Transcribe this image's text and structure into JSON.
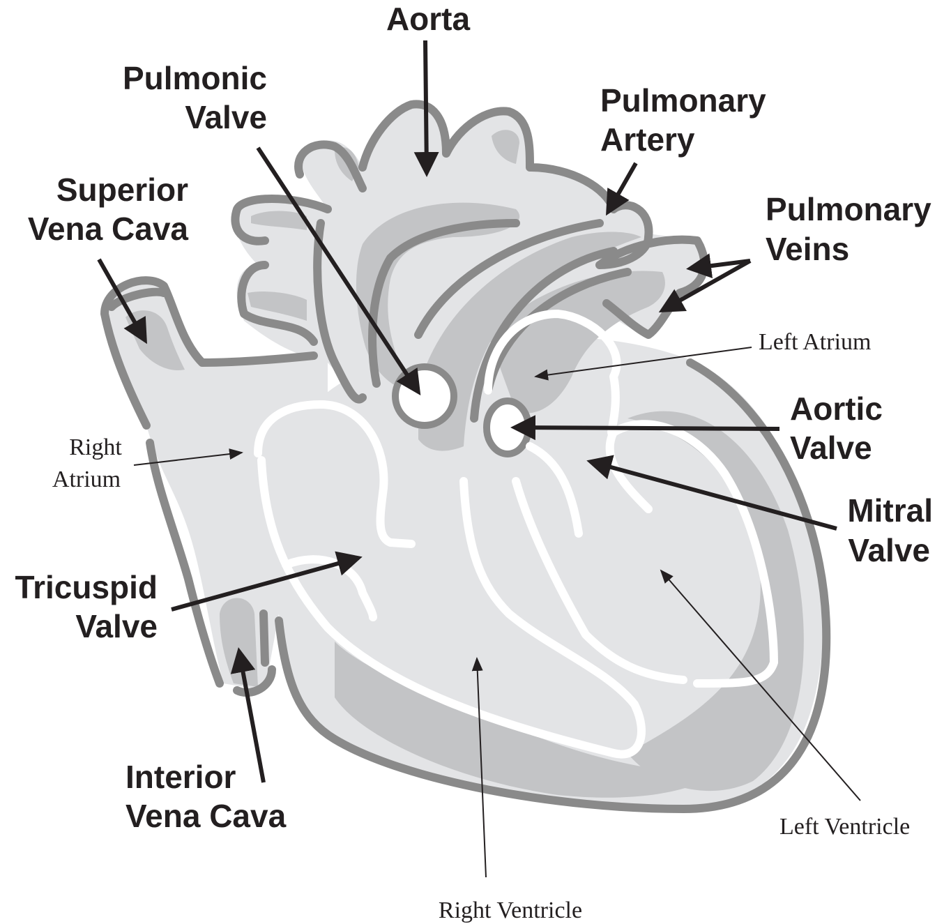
{
  "labels": {
    "aorta": "Aorta",
    "pulmonic_valve_1": "Pulmonic",
    "pulmonic_valve_2": "Valve",
    "pulmonary_artery_1": "Pulmonary",
    "pulmonary_artery_2": "Artery",
    "superior_vena_cava_1": "Superior",
    "superior_vena_cava_2": "Vena Cava",
    "pulmonary_veins_1": "Pulmonary",
    "pulmonary_veins_2": "Veins",
    "left_atrium": "Left Atrium",
    "aortic_valve_1": "Aortic",
    "aortic_valve_2": "Valve",
    "right_atrium_1": "Right",
    "right_atrium_2": "Atrium",
    "mitral_valve_1": "Mitral",
    "mitral_valve_2": "Valve",
    "tricuspid_valve_1": "Tricuspid",
    "tricuspid_valve_2": "Valve",
    "interior_vena_cava_1": "Interior",
    "interior_vena_cava_2": "Vena Cava",
    "left_ventricle": "Left Ventricle",
    "right_ventricle": "Right Ventricle"
  },
  "colors": {
    "outline": "#8a8a8a",
    "body": "#e3e4e6",
    "shade": "#c3c4c6",
    "text": "#231f20"
  }
}
